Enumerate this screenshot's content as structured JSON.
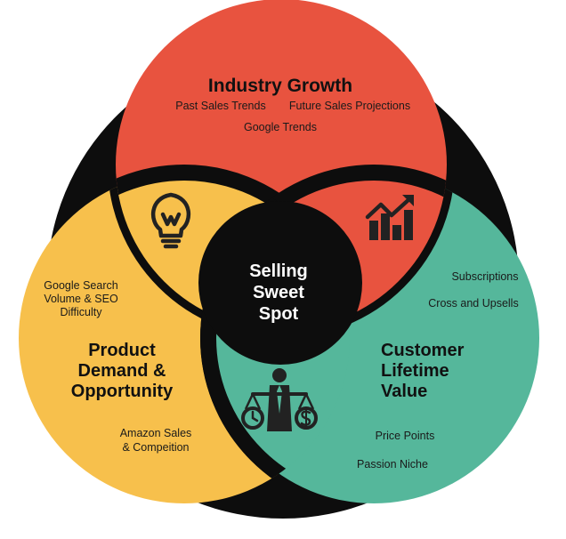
{
  "colors": {
    "red": "#e8533f",
    "yellow": "#f7c04c",
    "teal": "#55b79b",
    "black": "#0d0d0d",
    "dark": "#222222"
  },
  "top": {
    "title": "Industry Growth",
    "items": [
      "Past Sales Trends",
      "Future Sales Projections",
      "Google Trends"
    ]
  },
  "left": {
    "title_lines": [
      "Product",
      "Demand &",
      "Opportunity"
    ],
    "top_items": [
      "Google Search",
      "Volume & SEO",
      "Difficulty"
    ],
    "bottom_items": [
      "Amazon Sales",
      "& Compeition"
    ]
  },
  "right": {
    "title_lines": [
      "Customer",
      "Lifetime",
      "Value"
    ],
    "top_items": [
      "Subscriptions",
      "Cross and Upsells"
    ],
    "bottom_items": [
      "Price Points",
      "Passion Niche"
    ]
  },
  "center": {
    "lines": [
      "Selling",
      "Sweet",
      "Spot"
    ]
  },
  "icons": {
    "bulb": "lightbulb-icon",
    "chart": "growth-chart-icon",
    "balance": "balance-money-time-icon"
  }
}
